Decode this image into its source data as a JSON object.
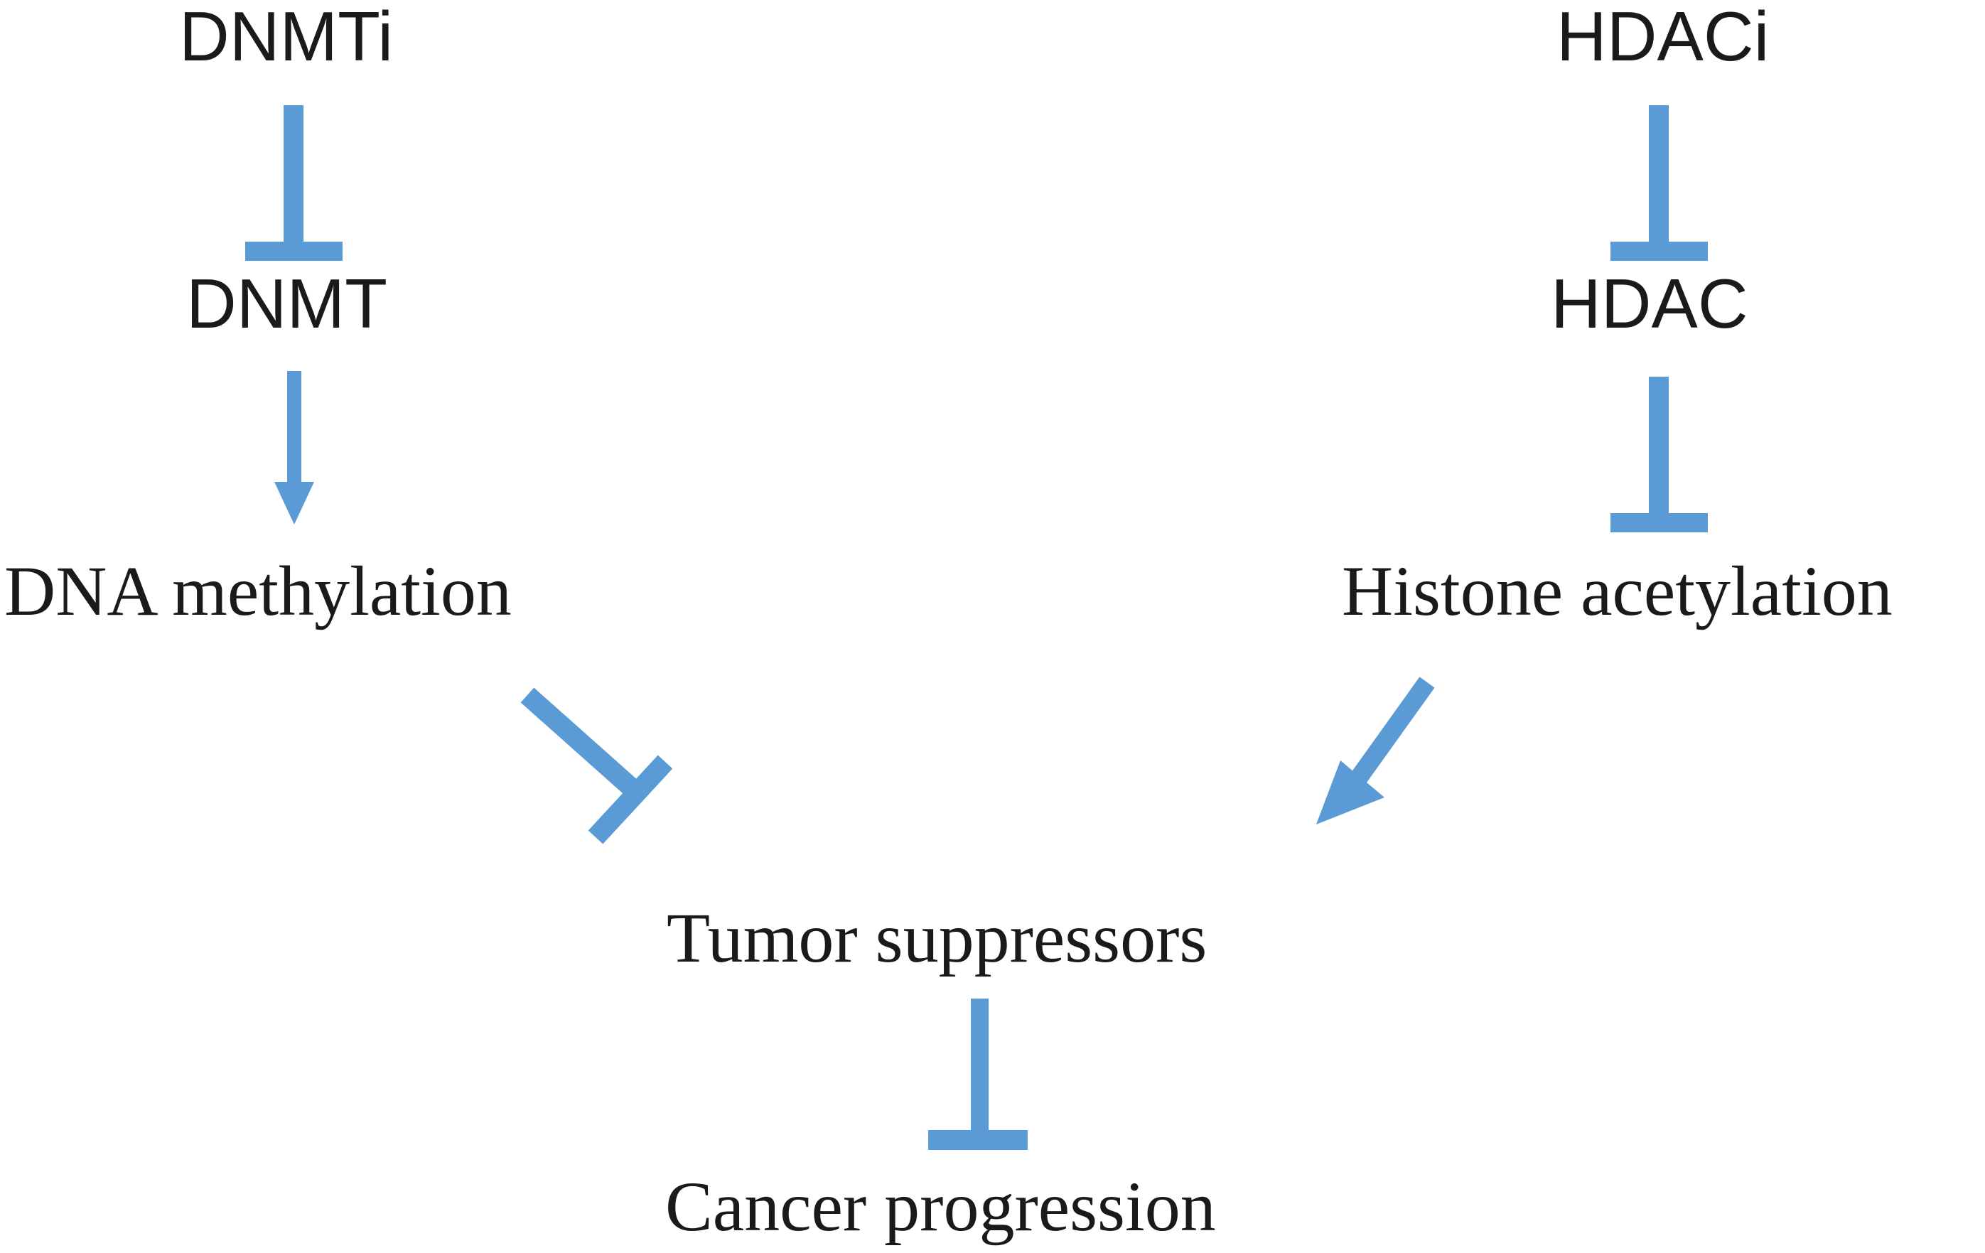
{
  "diagram": {
    "title": "Epigenetic drug mechanism pathway",
    "background_color": "#FFFFFF",
    "connector_color": "#5B9BD5",
    "text_color": "#1A1A1A",
    "nodes": [
      {
        "id": "dnmti",
        "label": "DNMTi",
        "font": "sans"
      },
      {
        "id": "dnmt",
        "label": "DNMT",
        "font": "sans"
      },
      {
        "id": "dna_meth",
        "label": "DNA methylation",
        "font": "serif"
      },
      {
        "id": "hdaci",
        "label": "HDACi",
        "font": "sans"
      },
      {
        "id": "hdac",
        "label": "HDAC",
        "font": "sans"
      },
      {
        "id": "hist_acet",
        "label": "Histone acetylation",
        "font": "serif"
      },
      {
        "id": "tumor_sup",
        "label": "Tumor suppressors",
        "font": "serif"
      },
      {
        "id": "cancer_prog",
        "label": "Cancer progression",
        "font": "serif"
      }
    ],
    "edges": [
      {
        "id": "e1",
        "from": "dnmti",
        "to": "dnmt",
        "type": "inhibition",
        "orientation": "vertical"
      },
      {
        "id": "e2",
        "from": "dnmt",
        "to": "dna_meth",
        "type": "activation",
        "orientation": "vertical"
      },
      {
        "id": "e3",
        "from": "hdaci",
        "to": "hdac",
        "type": "inhibition",
        "orientation": "vertical"
      },
      {
        "id": "e4",
        "from": "hdac",
        "to": "hist_acet",
        "type": "inhibition",
        "orientation": "vertical"
      },
      {
        "id": "e5",
        "from": "dna_meth",
        "to": "tumor_sup",
        "type": "inhibition",
        "orientation": "diagonal-down-right"
      },
      {
        "id": "e6",
        "from": "hist_acet",
        "to": "tumor_sup",
        "type": "activation",
        "orientation": "diagonal-down-left"
      },
      {
        "id": "e7",
        "from": "tumor_sup",
        "to": "cancer_prog",
        "type": "inhibition",
        "orientation": "vertical"
      }
    ]
  },
  "labels": {
    "dnmti": "DNMTi",
    "dnmt": "DNMT",
    "dna_methylation": "DNA methylation",
    "hdaci": "HDACi",
    "hdac": "HDAC",
    "histone_acetylation": "Histone acetylation",
    "tumor_suppressors": "Tumor suppressors",
    "cancer_progression": "Cancer progression"
  }
}
